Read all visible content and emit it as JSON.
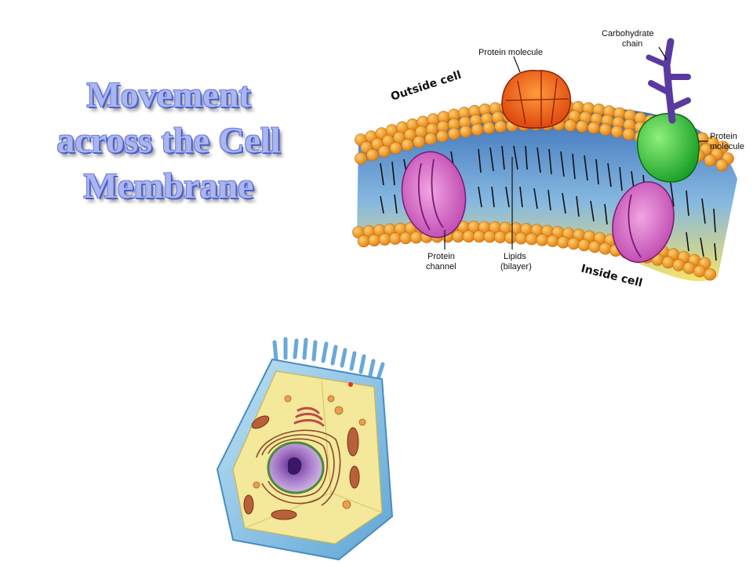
{
  "slide": {
    "title_lines": [
      "Movement",
      "across the Cell",
      "Membrane"
    ]
  },
  "membrane_diagram": {
    "outside_label": "Outside cell",
    "inside_label": "Inside cell",
    "protein_molecule_top": "Protein molecule",
    "carbohydrate_line1": "Carbohydrate",
    "carbohydrate_line2": "chain",
    "protein_molecule_right_line1": "Protein",
    "protein_molecule_right_line2": "molecule",
    "protein_channel_line1": "Protein",
    "protein_channel_line2": "channel",
    "lipids_line1": "Lipids",
    "lipids_line2": "(bilayer)"
  },
  "colors": {
    "title_fill": "#aab6ee",
    "title_outline": "#4a5fd0",
    "lipid_head": "#f5a021",
    "protein_channel": "#c850b8",
    "protein_top": "#f05a14",
    "protein_right": "#2dbb2d",
    "carbohydrate": "#5a3aa0"
  }
}
